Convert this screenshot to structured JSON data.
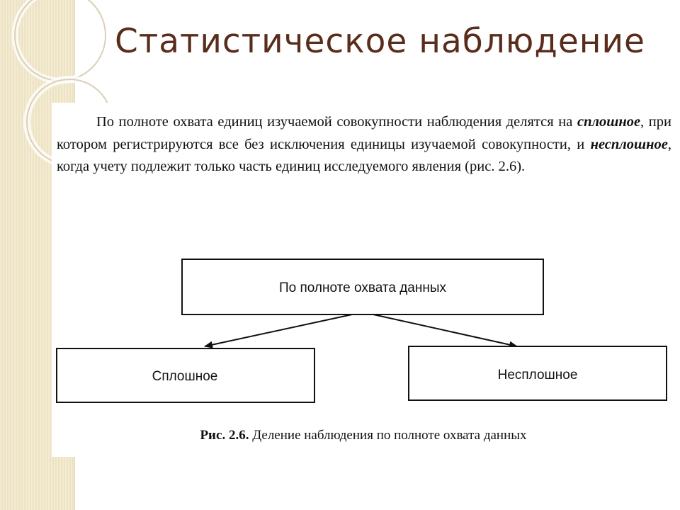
{
  "slide": {
    "title": "Статистическое наблюдение"
  },
  "text": {
    "part1": "По полноте охвата единиц изучаемой совокупности наблюдения делятся на ",
    "term1": "сплошное",
    "part2": ", при котором регистрируются все без исключения единицы изучаемой совокупности, и ",
    "term2": "несплошное",
    "part3": ", когда учету подлежит только часть единиц исследуемого явления (рис. 2.6)."
  },
  "diagram": {
    "root": "По полноте охвата данных",
    "left": "Сплошное",
    "right": "Несплошное"
  },
  "caption": {
    "number": "Рис. 2.6.",
    "text": " Деление наблюдения по полноте охвата данных"
  },
  "colors": {
    "title": "#5a2c1c",
    "strip": "#f1e7c8",
    "rings": "#d6cbb0"
  }
}
